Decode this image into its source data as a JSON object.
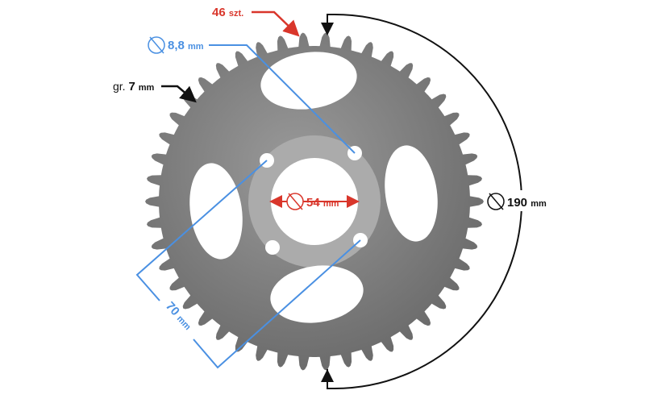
{
  "labels": {
    "teeth": {
      "value": "46",
      "unit": "szt."
    },
    "bolt_hole": {
      "value": "8,8",
      "unit": "mm"
    },
    "thickness": {
      "prefix": "gr.",
      "value": "7",
      "unit": "mm"
    },
    "center_hole": {
      "value": "54",
      "unit": "mm"
    },
    "outer_diameter": {
      "value": "190",
      "unit": "mm"
    },
    "bolt_spacing": {
      "value": "70",
      "unit": "mm"
    }
  },
  "sprocket": {
    "teeth_count": 46
  },
  "colors": {
    "red": "#d9362b",
    "blue": "#4a90e2",
    "black": "#111111",
    "steel": "#7d7d7d",
    "hub": "#a9a9a9"
  }
}
